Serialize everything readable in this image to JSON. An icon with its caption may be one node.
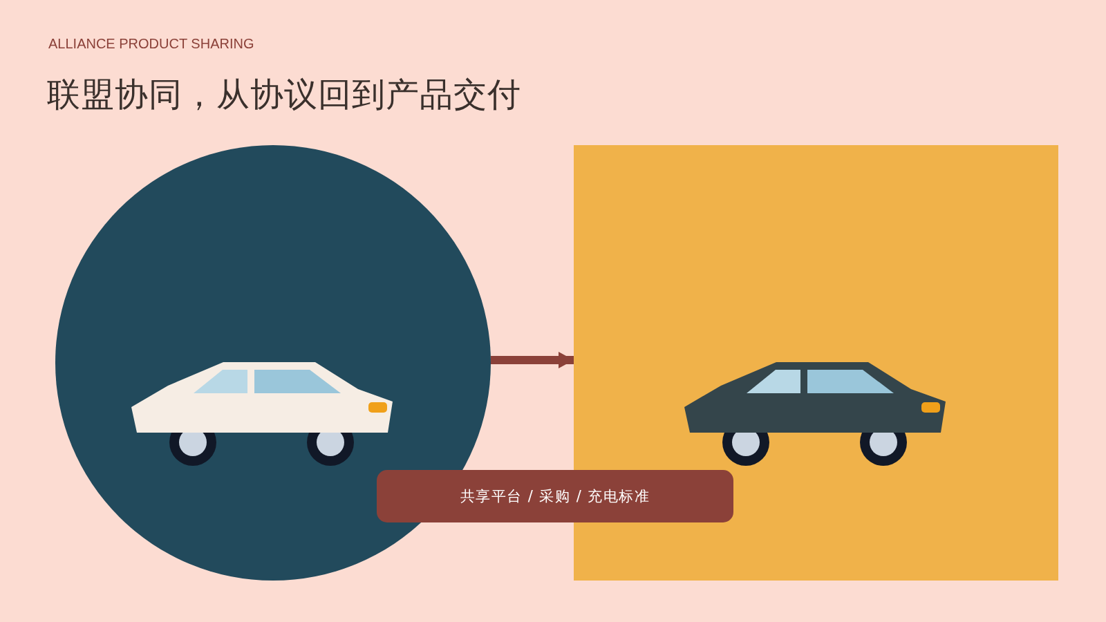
{
  "diagram": {
    "title": "联盟协同，从协议回到产品交付",
    "nodes": [
      {
        "text": [],
        "shape": "circle"
      },
      {
        "text": [],
        "shape": "box"
      },
      {
        "text": [
          "共享平台 / 采购 / 充电标准"
        ]
      }
    ],
    "edges": [
      {
        "from": 0,
        "to": 1,
        "arrow": "to"
      }
    ],
    "labels": [
      "ALLIANCE PRODUCT SHARING"
    ]
  }
}
